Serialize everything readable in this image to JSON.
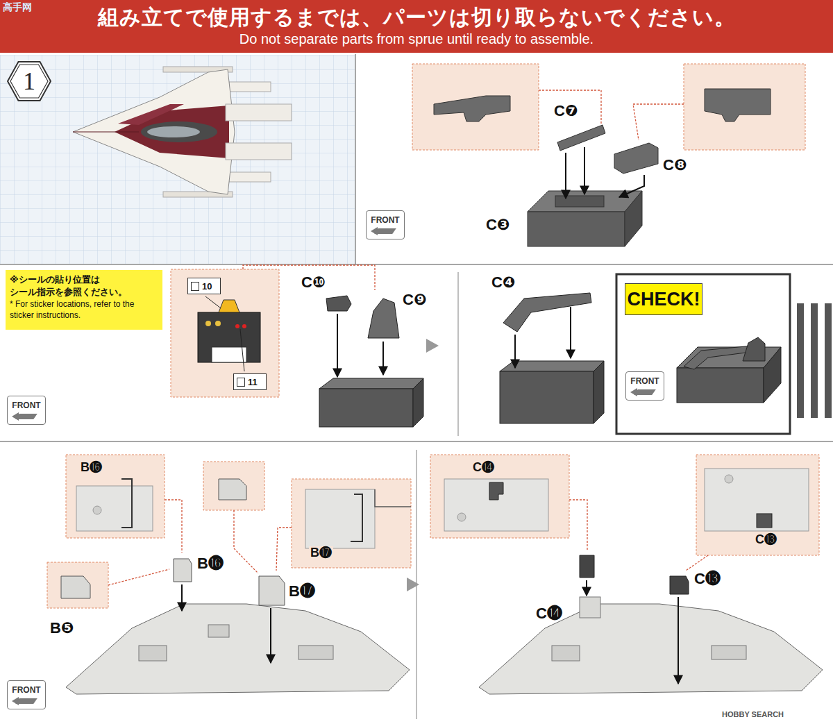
{
  "diagram": {
    "nodes": [
      {
        "text": [
          "組み立てで使用するまでは、パーツは切り取らないでください。",
          "Do not separate parts from sprue until ready to assemble."
        ]
      },
      {
        "text": [
          "1"
        ]
      },
      {
        "text": [
          "FRONT"
        ]
      },
      {
        "text": [
          "※シールの貼り位置は シール指示を参照ください。",
          "* For sticker locations, refer to the sticker instructions."
        ]
      },
      {
        "text": [
          "10"
        ]
      },
      {
        "text": [
          "11"
        ]
      },
      {
        "text": [
          "FRONT"
        ]
      },
      {
        "text": [
          "CHECK!"
        ]
      },
      {
        "text": [
          "FRONT"
        ]
      },
      {
        "text": [
          "B⓰"
        ]
      },
      {
        "text": [
          "B⓱"
        ]
      },
      {
        "text": [
          "FRONT"
        ]
      },
      {
        "text": [
          "C⓮"
        ]
      },
      {
        "text": [
          "C⓭"
        ]
      }
    ],
    "labels": [
      "高手网",
      "C❼",
      "C❽",
      "C❸",
      "C❿",
      "C❾",
      "C❹",
      "B⓰",
      "B⓱",
      "B❺",
      "C⓮",
      "C⓭",
      "HOBBY SEARCH"
    ]
  }
}
